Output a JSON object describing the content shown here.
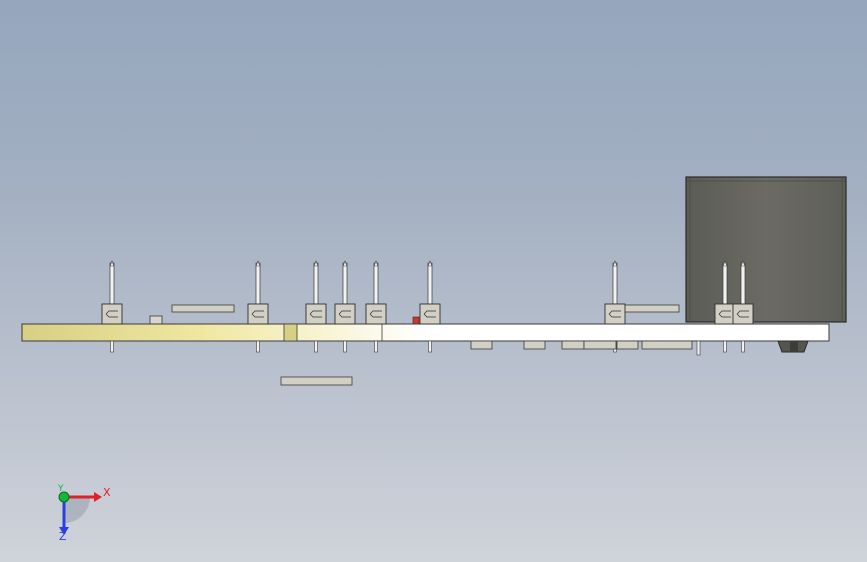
{
  "viewport": {
    "background_top": "#95a6bd",
    "background_bottom": "#cfd3da"
  },
  "model": {
    "board_color": "#ffffff",
    "board_edge_color": "#d4cc82",
    "enclosure_color": "#666660",
    "connector_color": "#d2cfc4",
    "pin_color": "#f2f2f2",
    "marker_color": "#c83a2e"
  },
  "triad": {
    "x_label": "X",
    "y_label": "Y",
    "z_label": "Z",
    "x_color": "#e0202a",
    "y_color": "#12b83a",
    "z_color": "#2a3fe0"
  }
}
